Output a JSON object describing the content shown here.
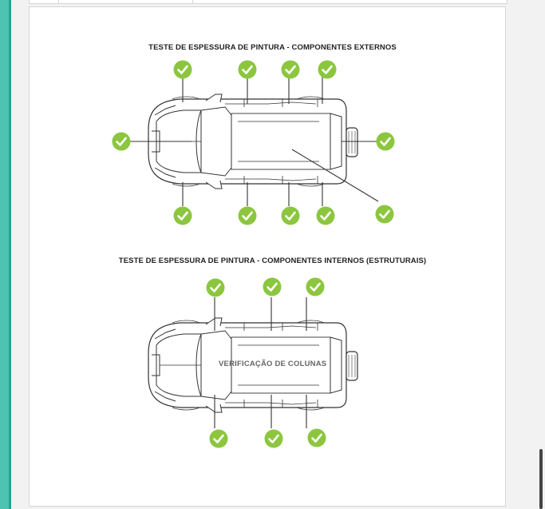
{
  "external_section": {
    "title": "TESTE DE ESPESSURA DE PINTURA - COMPONENTES EXTERNOS",
    "checkpoints": [
      {
        "label": "",
        "status": "ok"
      },
      {
        "label": "",
        "status": "ok"
      },
      {
        "label": "",
        "status": "ok"
      },
      {
        "label": "",
        "status": "ok"
      },
      {
        "label": "",
        "status": "ok"
      },
      {
        "label": "",
        "status": "ok"
      },
      {
        "label": "",
        "status": "ok"
      },
      {
        "label": "",
        "status": "ok"
      },
      {
        "label": "",
        "status": "ok"
      },
      {
        "label": "",
        "status": "ok"
      },
      {
        "label": "",
        "status": "ok"
      }
    ]
  },
  "internal_section": {
    "title": "TESTE DE ESPESSURA DE PINTURA - COMPONENTES INTERNOS (ESTRUTURAIS)",
    "overlay_label": "VERIFICAÇÃO DE COLUNAS",
    "checkpoints": [
      {
        "label": "",
        "status": "ok"
      },
      {
        "label": "",
        "status": "ok"
      },
      {
        "label": "",
        "status": "ok"
      },
      {
        "label": "",
        "status": "ok"
      },
      {
        "label": "",
        "status": "ok"
      },
      {
        "label": "",
        "status": "ok"
      }
    ]
  },
  "colors": {
    "check_green": "#8cc63f",
    "accent_teal": "#4fc3b1",
    "line": "#333333"
  },
  "icons": {
    "check": "check-circle-icon",
    "vehicle": "car-top-view-icon"
  }
}
